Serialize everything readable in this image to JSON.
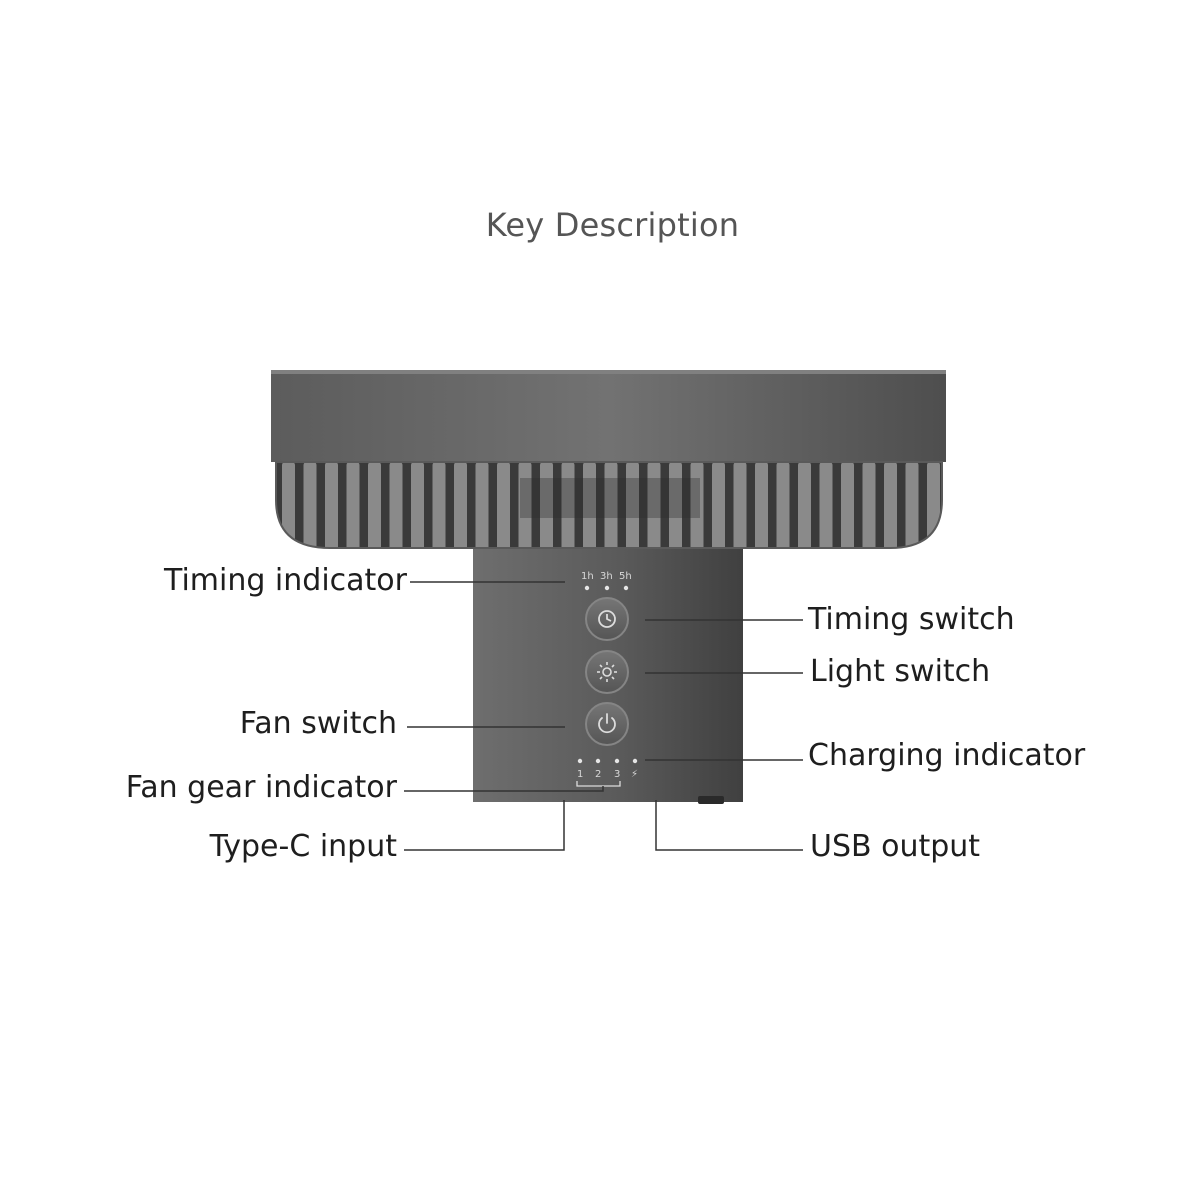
{
  "title": "Key Description",
  "labels": {
    "timing_indicator": "Timing indicator",
    "fan_switch": "Fan switch",
    "fan_gear_indicator": "Fan gear indicator",
    "type_c_input": "Type-C input",
    "timing_switch": "Timing switch",
    "light_switch": "Light switch",
    "charging_indicator": "Charging indicator",
    "usb_output": "USB output"
  },
  "device": {
    "timer_marks": [
      "1h",
      "3h",
      "5h"
    ],
    "gear_marks": [
      "1",
      "2",
      "3"
    ],
    "charge_mark": "⚡"
  },
  "colors": {
    "fan_body": "#6b6b6b",
    "fan_body_dark": "#3f3f3f",
    "callout_line": "#333333",
    "title_text": "#555555",
    "label_text": "#1e1e1e"
  },
  "icons": [
    "clock-icon",
    "sun-icon",
    "power-icon"
  ]
}
